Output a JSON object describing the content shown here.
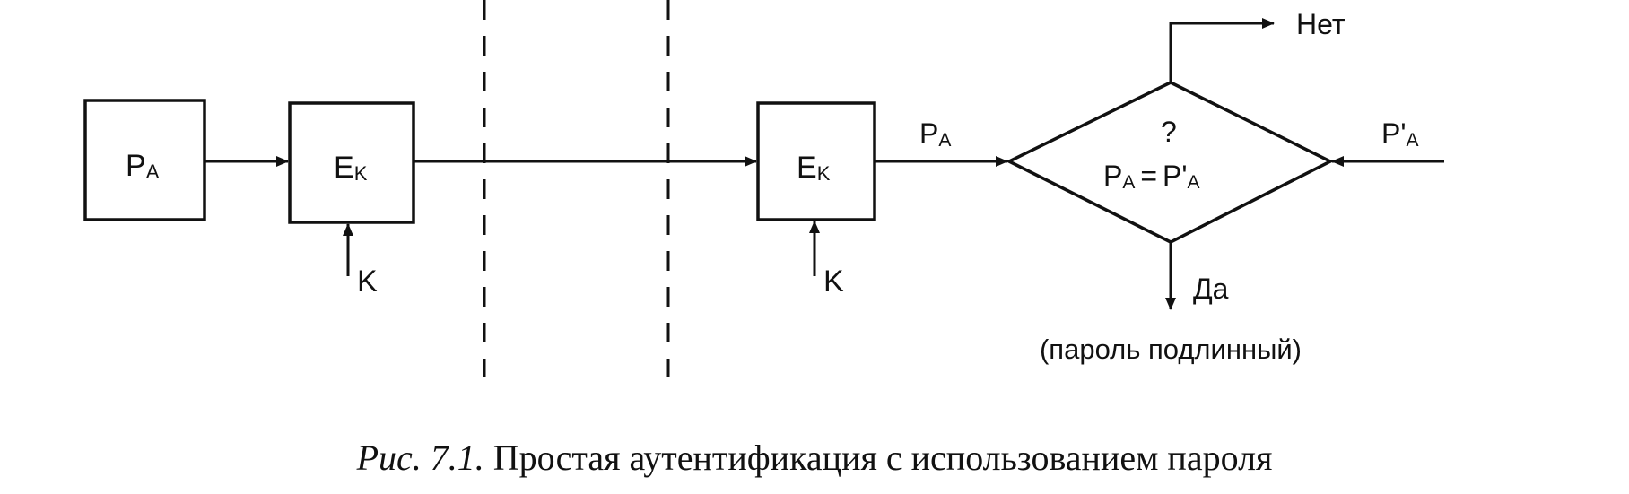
{
  "diagram": {
    "nodes": {
      "password_source": {
        "main": "P",
        "sub": "A"
      },
      "encrypt_sender": {
        "main": "E",
        "sub": "K"
      },
      "encrypt_receiver": {
        "main": "E",
        "sub": "K"
      },
      "compare": {
        "question": "?",
        "left_main": "P",
        "left_sub": "A",
        "equals": "=",
        "right_main": "P'",
        "right_sub": "A"
      }
    },
    "edge_labels": {
      "key_sender": "K",
      "key_receiver": "K",
      "decrypted_password": {
        "main": "P",
        "sub": "A"
      },
      "stored_password": {
        "main": "P'",
        "sub": "A"
      },
      "no_branch": "Нет",
      "yes_branch": "Да",
      "yes_note": "(пароль подлинный)"
    }
  },
  "caption": {
    "prefix": "Рис. 7.1.",
    "text": "Простая аутентификация с использованием пароля"
  }
}
